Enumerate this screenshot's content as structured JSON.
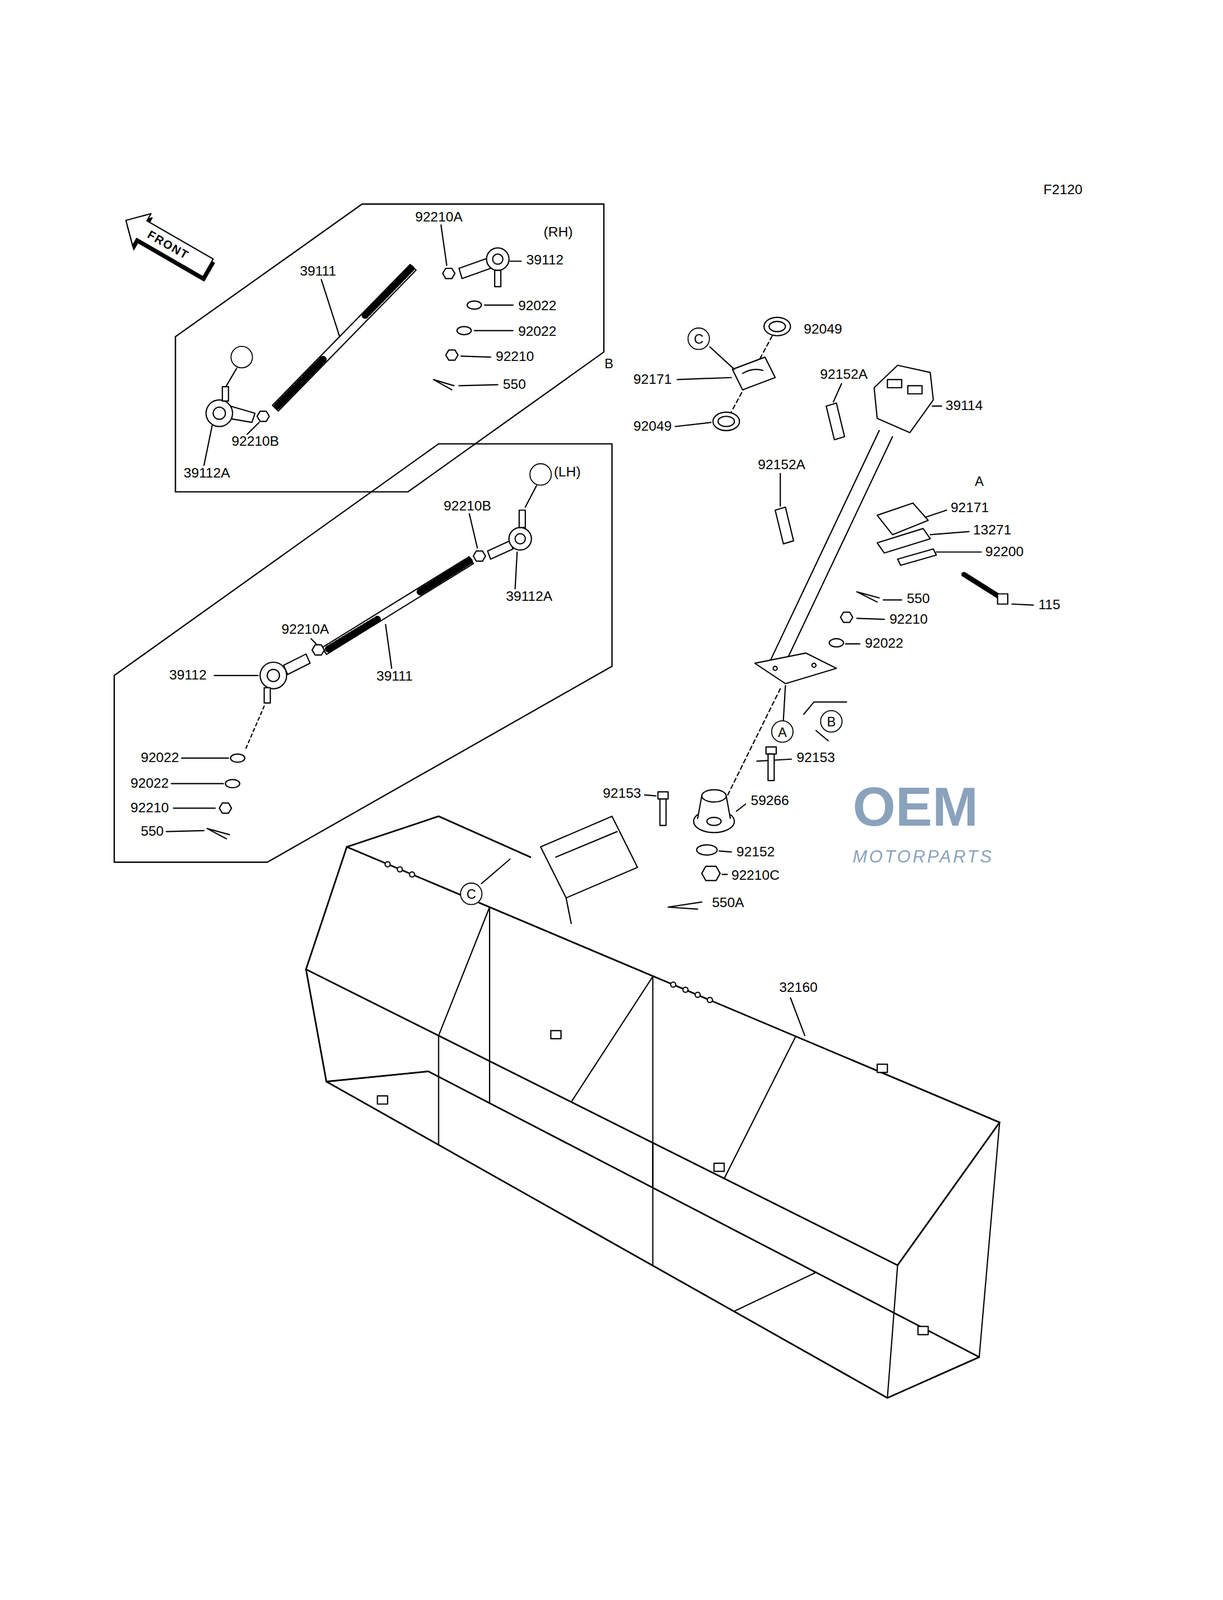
{
  "diagram": {
    "nodes": [
      {
        "text": [
          "(RH)"
        ]
      },
      {
        "text": [
          "B"
        ],
        "in": 0
      },
      {
        "text": [
          "(LH)"
        ]
      },
      {
        "text": [
          "A"
        ],
        "in": 2
      },
      {
        "text": [
          "C"
        ]
      },
      {
        "text": [
          "A"
        ]
      },
      {
        "text": [
          "B"
        ]
      },
      {
        "text": [
          "C"
        ]
      }
    ],
    "labels": [
      "F2120",
      "FRONT",
      "92210A",
      "39112",
      "92022",
      "92022",
      "92210",
      "550",
      "39111",
      "92210B",
      "39112A",
      "92210B",
      "39112A",
      "92210A",
      "39112",
      "39111",
      "92022",
      "92022",
      "92210",
      "550",
      "92049",
      "92171",
      "92152A",
      "39114",
      "92049",
      "92152A",
      "92171",
      "13271",
      "92200",
      "550",
      "115",
      "92210",
      "92022",
      "92153",
      "92153",
      "59266",
      "92152",
      "92210C",
      "550A",
      "32160",
      "OEM",
      "MOTORPARTS"
    ]
  }
}
